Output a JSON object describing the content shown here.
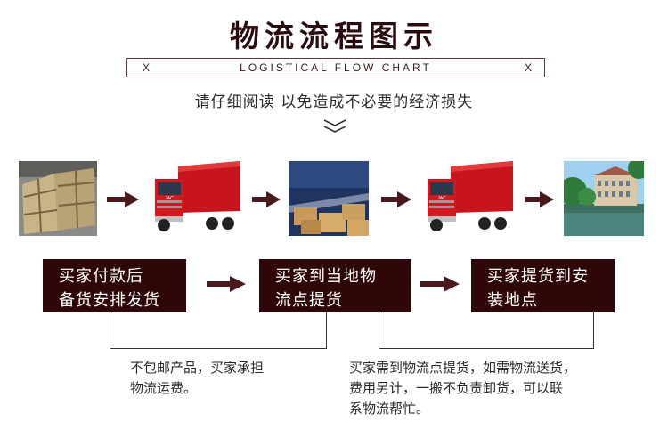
{
  "header": {
    "title": "物流流程图示",
    "subtitle": "LOGISTICAL FLOW CHART",
    "x_mark": "X",
    "notice": "请仔细阅读 以免造成不必要的经济损失"
  },
  "photos": [
    {
      "icon": "crated-goods-photo"
    },
    {
      "icon": "red-truck-photo"
    },
    {
      "icon": "warehouse-boxes-photo"
    },
    {
      "icon": "red-truck-photo"
    },
    {
      "icon": "destination-building-photo"
    }
  ],
  "truck_badge": "JAC",
  "steps": [
    {
      "line1": "买家付款后",
      "line2": "备货安排发货"
    },
    {
      "line1": "买家到当地物",
      "line2": "流点提货"
    },
    {
      "line1": "买家提货到安",
      "line2": "装地点"
    }
  ],
  "notes": [
    {
      "lines": [
        "不包邮产品，买家承担",
        "物流运费。"
      ]
    },
    {
      "lines": [
        "买家需到物流点提货，如需物流送货，",
        "费用另计，一搬不负责卸货，可以联",
        "系物流帮忙。"
      ]
    }
  ],
  "colors": {
    "step_box": "#2f0708",
    "truck_red": "#c8141c",
    "arrow": "#4a1a1c"
  }
}
